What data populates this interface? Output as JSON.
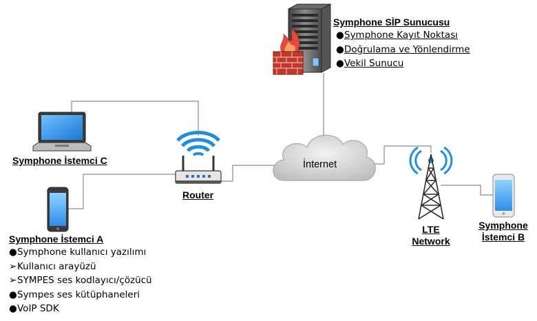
{
  "server": {
    "title": "Symphone SİP Sunucusu",
    "items": [
      {
        "marker": "●",
        "text": "Symphone Kayıt Noktası"
      },
      {
        "marker": "●",
        "text": "Doğrulama ve Yönlendirme"
      },
      {
        "marker": "●",
        "text": "Vekil Sunucu"
      }
    ]
  },
  "internet": {
    "label": "İnternet"
  },
  "router": {
    "label": "Router"
  },
  "lte": {
    "line1": "LTE",
    "line2": "Network"
  },
  "client_c": {
    "label": "Symphone İstemci C"
  },
  "client_b": {
    "line1": "Symphone",
    "line2": "İstemci B"
  },
  "client_a": {
    "title": "Symphone İstemci A",
    "items": [
      {
        "marker": "●",
        "text": "Symphone kullanıcı yazılımı"
      },
      {
        "marker": "➢",
        "text": "Kullanıcı arayüzü"
      },
      {
        "marker": "➢",
        "text": "SYMPES ses kodlayıcı/çözücü"
      },
      {
        "marker": "●",
        "text": "Sympes ses kütüphaneleri"
      },
      {
        "marker": "●",
        "text": "VoIP SDK"
      }
    ]
  },
  "colors": {
    "line": "#8a8a8a",
    "wifi": "#1f8fd9",
    "screen": "#3aa0ec",
    "cloud": "#d9d9d9",
    "brick": "#c0392b",
    "flame": "#e8493a"
  }
}
